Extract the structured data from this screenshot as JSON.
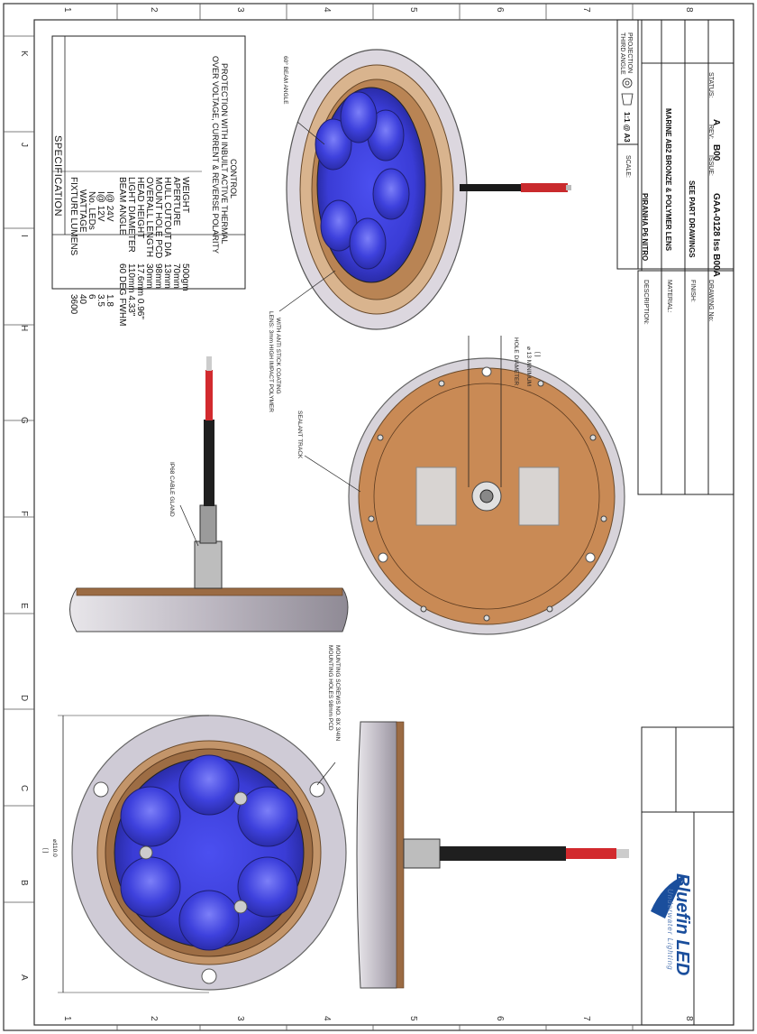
{
  "frame": {
    "numbers": [
      "1",
      "2",
      "3",
      "4",
      "5",
      "6",
      "7",
      "8"
    ],
    "letters": [
      "A",
      "B",
      "C",
      "D",
      "E",
      "F",
      "G",
      "H",
      "I",
      "J",
      "K"
    ]
  },
  "specification": {
    "title": "SPECIFICATION",
    "rows": [
      {
        "label": "FIXTURE LUMENS",
        "value": "3600"
      },
      {
        "label": "WATTAGE",
        "value": "40"
      },
      {
        "label": "No. LEDs",
        "value": "6"
      },
      {
        "label": "I@ 12V",
        "value": "3.5"
      },
      {
        "label": "I@ 24V",
        "value": "1.8"
      },
      {
        "label": "BEAM ANGLE",
        "value": "60 DEG FWHM"
      },
      {
        "label": "LIGHT DIAMETER",
        "value": "110mm 4.33\""
      },
      {
        "label": "HEAD HEIGHT",
        "value": "17.6mm 0.96\""
      },
      {
        "label": "OVERALL LENGTH",
        "value": "30mm"
      },
      {
        "label": "MOUNT HOLE PCD",
        "value": "98mm"
      },
      {
        "label": "HULL CUTOUT DIA",
        "value": "13mm"
      },
      {
        "label": "APERTURE",
        "value": "70mm"
      },
      {
        "label": "WEIGHT",
        "value": "500gm"
      }
    ],
    "note_line1": "OVER VOLTAGE, CURRENT & REVERSE POLARITY",
    "note_line2": "PROTECTION WITH INBUILT ACTIVE THERMAL",
    "note_line3": "CONTROL"
  },
  "annotations": {
    "beam_angle": "60° BEAM ANGLE",
    "lens_line1": "LENS: 3mm HIGH IMPACT POLYMER",
    "lens_line2": "WITH ANTI STICK COATING",
    "cable_gland": "IP68 CABLE GLAND",
    "sealant_track": "SEALANT TRACK",
    "hole_line1": "⌀ 13 MINIMUM",
    "hole_line2": "HOLE DIAMETER",
    "hole_bracket": "[ ]",
    "mount_line1": "MOUNTING HOLES 98mm PCD",
    "mount_line2": "MOUNTING SCREWS NO. 8X 3/4IN",
    "dia_bracket": "[ ]",
    "dia_value": "⌀110.0"
  },
  "title_block": {
    "scale_label": "SCALE:",
    "scale_value": "1:1 @ A3",
    "projection_line1": "THIRD ANGLE",
    "projection_line2": "PROJECTION",
    "description_label": "DESCRIPTION:",
    "description_value": "PIRANHA P6 NITRO",
    "material_label": "MATERIAL:",
    "material_value": "MARINE AB2 BRONZE & POLYMER LENS",
    "finish_label": "FINISH:",
    "finish_value": "SEE PART DRAWINGS",
    "drawing_no_label": "DRAWING No:",
    "drawing_no_value": "GAA-0128 Iss B00A",
    "issue_label": "ISSUE:",
    "issue_value": "B00",
    "rev_label": "REV:",
    "rev_value": "A",
    "status_label": "STATUS:",
    "status_value": ""
  },
  "logo": {
    "brand_text": "Bluefin LED",
    "tagline": "Underwater Lighting"
  },
  "colors": {
    "bronze": "#c98a55",
    "lens_blue": "#3a3dd8",
    "cable_red": "#d9262a"
  }
}
